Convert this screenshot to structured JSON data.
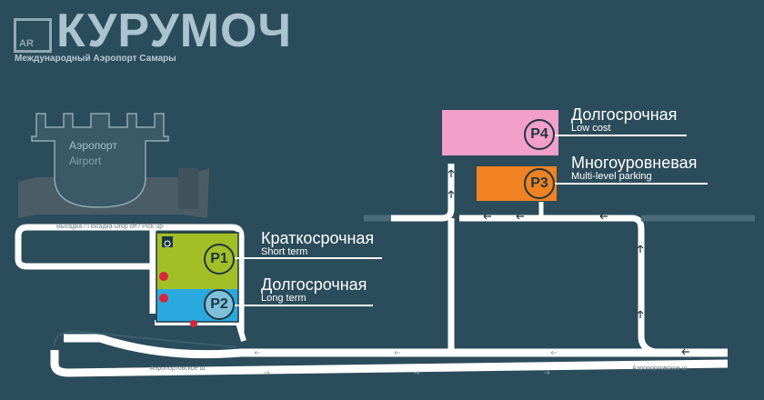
{
  "brand": {
    "logo_mark": "AR",
    "title": "КУРУМОЧ",
    "subtitle": "Международный Аэропорт Самары"
  },
  "terminal": {
    "name_ru": "Аэропорт",
    "name_en": "Airport"
  },
  "parkings": [
    {
      "id": "P1",
      "name_ru": "Краткосрочная",
      "name_en": "Short term",
      "color": "#a2c026"
    },
    {
      "id": "P2",
      "name_ru": "Долгосрочная",
      "name_en": "Long term",
      "color": "#2aa9df"
    },
    {
      "id": "P3",
      "name_ru": "Многоуровневая",
      "name_en": "Multi-level parking",
      "color": "#f08221"
    },
    {
      "id": "P4",
      "name_ru": "Долгосрочная",
      "name_en": "Low cost",
      "color": "#f29fc9"
    }
  ],
  "roads": {
    "dropoff": "Высадка / Посадка Drop off / Pick up",
    "highway_left": "Аэропортовское ш.",
    "highway_right": "Аэропортовское ш."
  },
  "colors": {
    "background": "#2b4c5a",
    "road": "#ffffff",
    "terminal_fill": "#3b5a68",
    "terminal_outline": "#8fa9b4",
    "apron": "#4a5d66"
  },
  "icons": [
    "wheelchair-icon",
    "paid-parking-icon",
    "direction-arrow-icon"
  ]
}
